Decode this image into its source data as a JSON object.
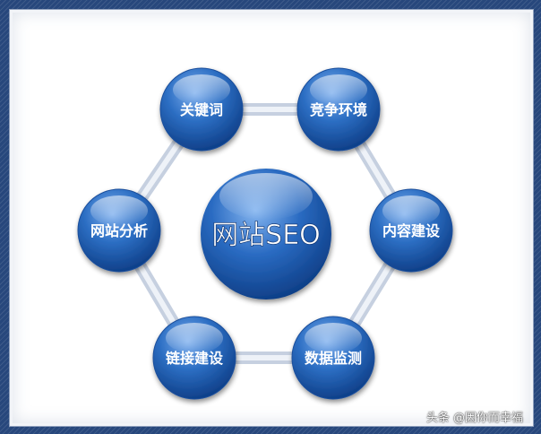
{
  "diagram": {
    "center_label": "网站SEO",
    "nodes": [
      {
        "label": "关键词"
      },
      {
        "label": "竞争环境"
      },
      {
        "label": "网站分析"
      },
      {
        "label": "内容建设"
      },
      {
        "label": "链接建设"
      },
      {
        "label": "数据监测"
      }
    ]
  },
  "watermark": "头条 @因你而幸福",
  "colors": {
    "frame": "#27477c",
    "node_fill_light": "#5b8fd6",
    "node_fill_dark": "#0d3f88",
    "ring": "#c9d3e3",
    "label": "#ffffff"
  }
}
